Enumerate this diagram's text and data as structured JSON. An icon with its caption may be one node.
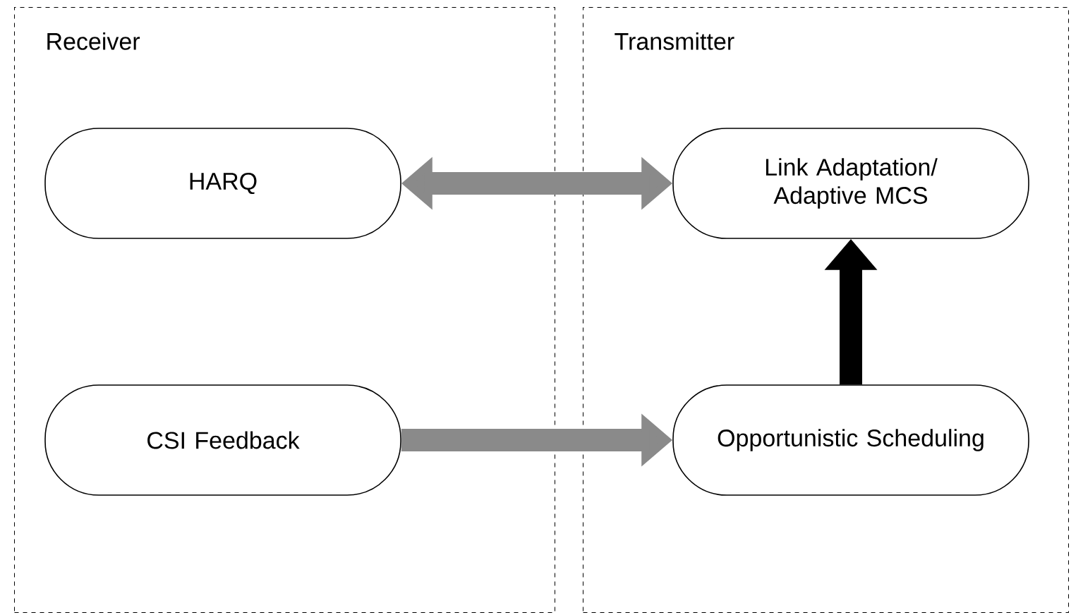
{
  "diagram": {
    "nodes": [
      {
        "text": [
          "Receiver"
        ]
      },
      {
        "text": [
          "HARQ"
        ],
        "in": 0
      },
      {
        "text": [
          "CSI Feedback"
        ],
        "in": 0
      },
      {
        "text": [
          "Transmitter"
        ]
      },
      {
        "text": [
          "Link Adaptation/ Adaptive MCS"
        ],
        "in": 3
      },
      {
        "text": [
          "Opportunistic Scheduling"
        ],
        "in": 3
      }
    ],
    "edges": [
      {
        "from": 1,
        "to": 4,
        "arrow": "both",
        "color": "#8a8a8a"
      },
      {
        "from": 2,
        "to": 5,
        "arrow": "to",
        "color": "#8a8a8a"
      },
      {
        "from": 5,
        "to": 4,
        "arrow": "to",
        "color": "#000000"
      }
    ]
  }
}
